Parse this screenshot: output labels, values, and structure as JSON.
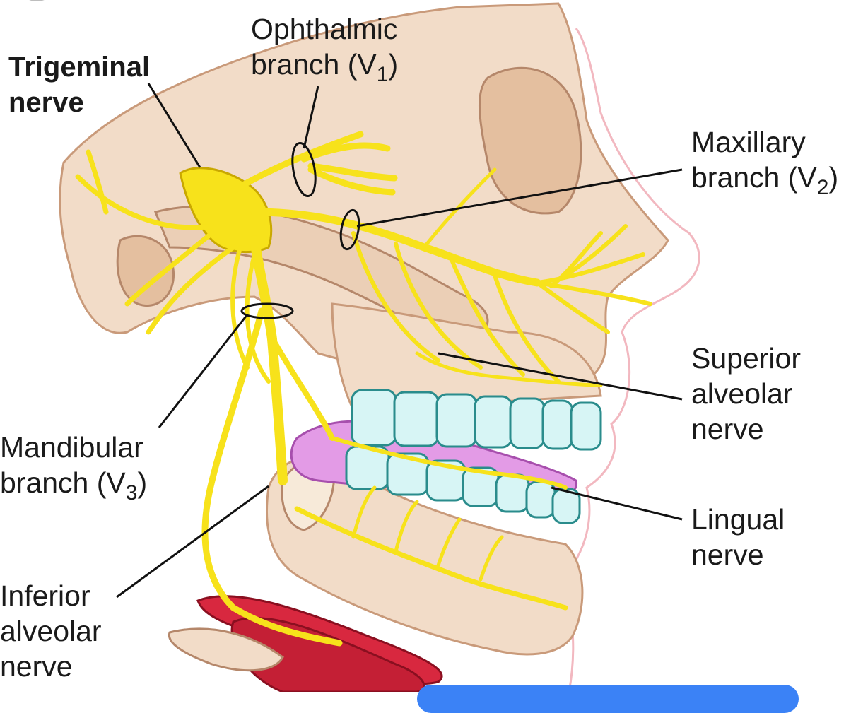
{
  "labels": {
    "trigeminal": [
      "Trigeminal",
      "nerve"
    ],
    "ophthalmic": {
      "line1": "Ophthalmic",
      "line2_prefix": "branch (V",
      "line2_sub": "1",
      "line2_suffix": ")"
    },
    "maxillary": {
      "line1": "Maxillary",
      "line2_prefix": "branch (V",
      "line2_sub": "2",
      "line2_suffix": ")"
    },
    "superior_alveolar": [
      "Superior",
      "alveolar",
      "nerve"
    ],
    "mandibular": {
      "line1": "Mandibular",
      "line2_prefix": "branch (V",
      "line2_sub": "3",
      "line2_suffix": ")"
    },
    "lingual": [
      "Lingual",
      "nerve"
    ],
    "inferior_alveolar": [
      "Inferior",
      "alveolar",
      "nerve"
    ]
  },
  "colors": {
    "nerve": "#f7e21b",
    "nerve_outline": "#c9a800",
    "bone": "#f2dcc8",
    "bone_shadow": "#d9b89c",
    "teeth": "#d7f5f5",
    "teeth_outline": "#2a8c8c",
    "tongue": "#e39be6",
    "muscle": "#d8283f",
    "skin_outline": "#f2b8c0",
    "leader": "#111111"
  }
}
